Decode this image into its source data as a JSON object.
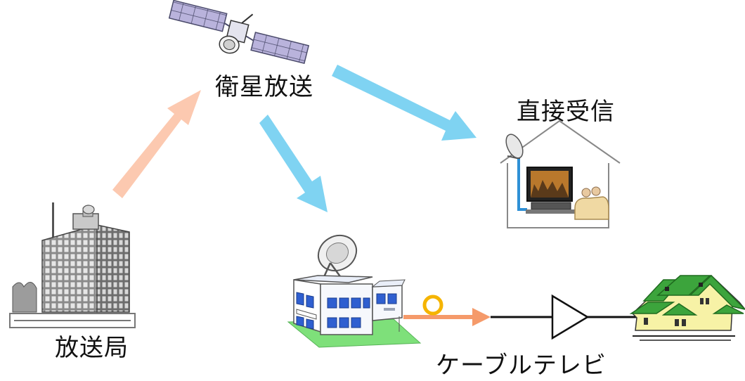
{
  "labels": {
    "satellite_broadcast": "衛星放送",
    "direct_reception": "直接受信",
    "broadcast_station": "放送局",
    "cable_tv": "ケーブルテレビ"
  },
  "colors": {
    "uplink_arrow": "#fcc9b0",
    "downlink_arrow": "#7fd3f2",
    "cable_orange": "#f59a6a",
    "ring": "#f5b400",
    "roof_green": "#3ca43c",
    "house_yellow": "#f7f2a6",
    "building_blue": "#2f5fd0",
    "lawn_green": "#7ee07a",
    "station_gray": "#7c7c7c",
    "panel_lavender": "#b9b3dc"
  },
  "icons": [
    "satellite-icon",
    "tv-station-icon",
    "home-with-dish-icon",
    "cable-headend-icon",
    "amplifier-icon",
    "houses-icon"
  ]
}
